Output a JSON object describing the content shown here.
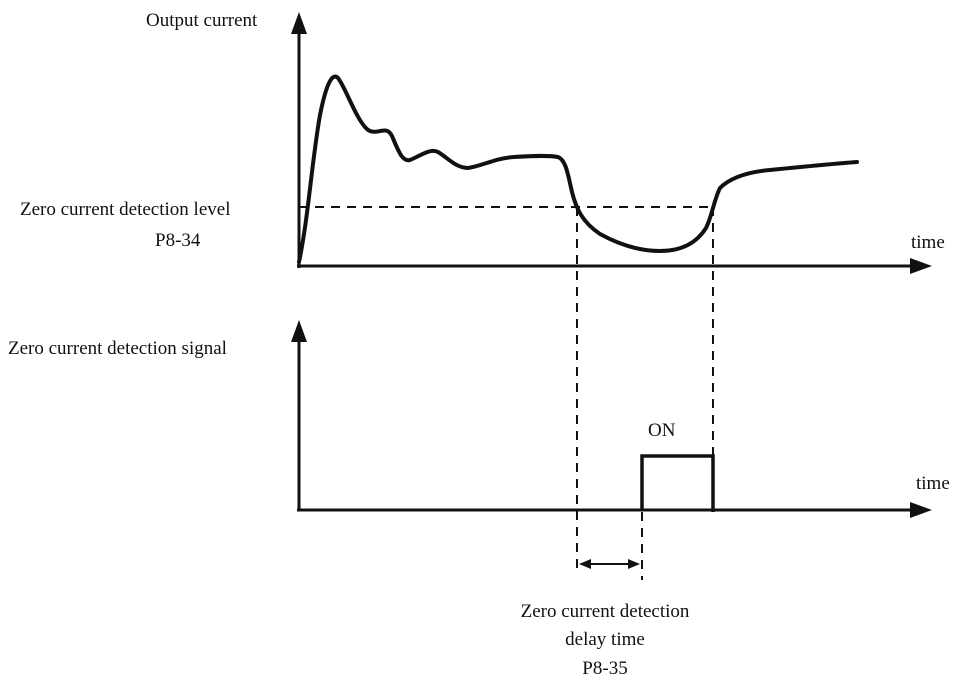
{
  "top_graph": {
    "y_axis_label": "Output current",
    "x_axis_label": "time",
    "level_label_line1": "Zero current detection level",
    "level_label_line2": "P8-34"
  },
  "bottom_graph": {
    "y_axis_label": "Zero current detection signal",
    "x_axis_label": "time",
    "pulse_label": "ON"
  },
  "delay": {
    "label_line1": "Zero current detection",
    "label_line2": "delay time",
    "label_line3": "P8-35"
  },
  "colors": {
    "ink": "#111111",
    "background": "#ffffff"
  }
}
